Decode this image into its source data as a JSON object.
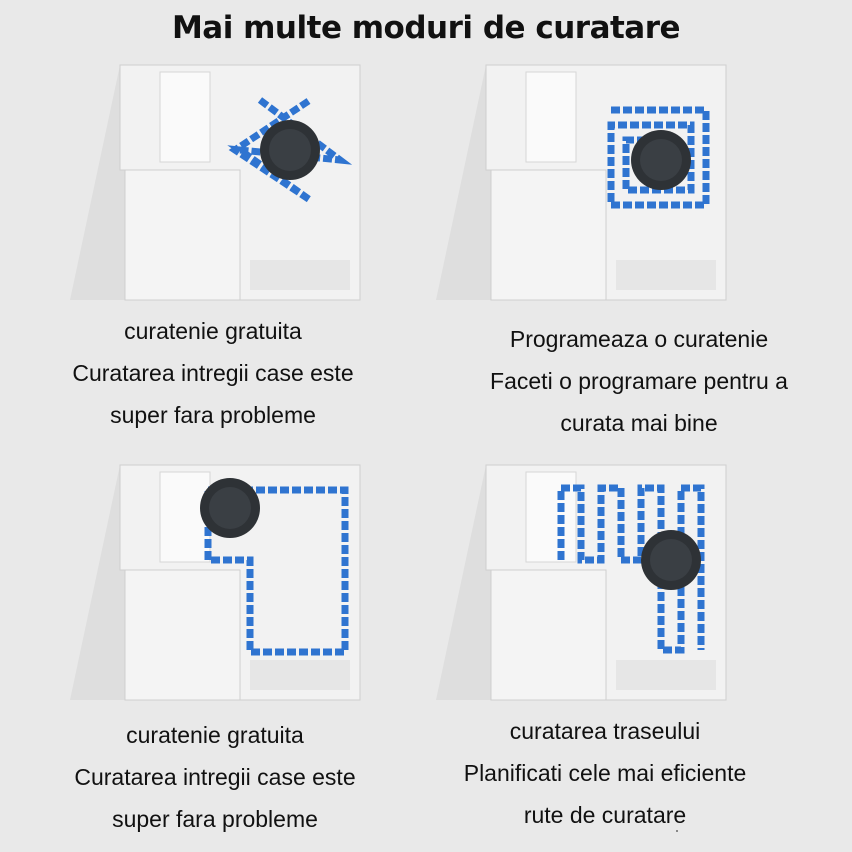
{
  "title": "Mai multe moduri de curatare",
  "colors": {
    "background": "#e9e9e9",
    "path_blue": "#2f74d0",
    "robot_body": "#2e3236"
  },
  "modes": [
    {
      "pattern": "random-zigzag",
      "lines": [
        "curatenie gratuita",
        "Curatarea intregii case este",
        "super fara probleme"
      ]
    },
    {
      "pattern": "spiral",
      "lines": [
        "Programeaza o curatenie",
        "Faceti o programare pentru a",
        "curata mai bine"
      ]
    },
    {
      "pattern": "edge",
      "lines": [
        "curatenie gratuita",
        "Curatarea intregii case este",
        "super fara probleme"
      ]
    },
    {
      "pattern": "serpentine",
      "lines": [
        "curatarea traseului",
        "Planificati cele mai eficiente",
        "rute de curatare"
      ]
    }
  ],
  "icons": [
    "robot-vacuum-icon",
    "cleaning-path-icon",
    "floor-plan-icon"
  ]
}
